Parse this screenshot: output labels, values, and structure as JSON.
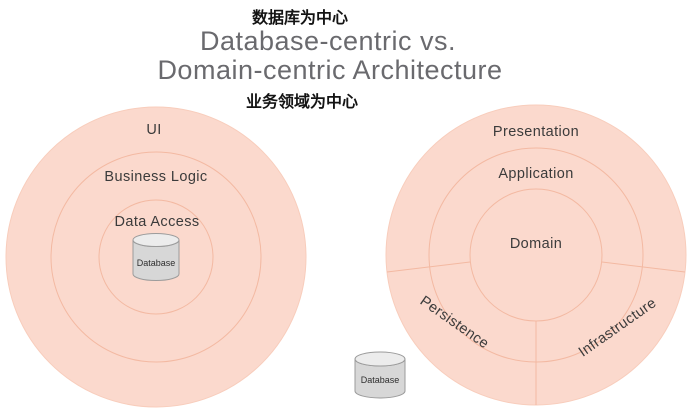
{
  "header": {
    "chinese_top": "数据库为中心",
    "title_line1": "Database-centric vs.",
    "title_line2": "Domain-centric Architecture",
    "chinese_bottom": "业务领域为中心"
  },
  "left_diagram": {
    "name": "database-centric-architecture",
    "rings": [
      "UI",
      "Business Logic",
      "Data Access"
    ],
    "database_label": "Database"
  },
  "right_diagram": {
    "name": "domain-centric-architecture",
    "rings": [
      "Presentation",
      "Application",
      "Domain"
    ],
    "segments": [
      "Persistence",
      "Infrastructure"
    ],
    "database_label": "Database"
  },
  "colors": {
    "circle_fill": "#fbd9cd",
    "ring_stroke": "#f3b9a2",
    "label_text": "#3b3b3b",
    "title_text": "#6a6a6e",
    "cylinder_fill": "#d7d7d7"
  }
}
